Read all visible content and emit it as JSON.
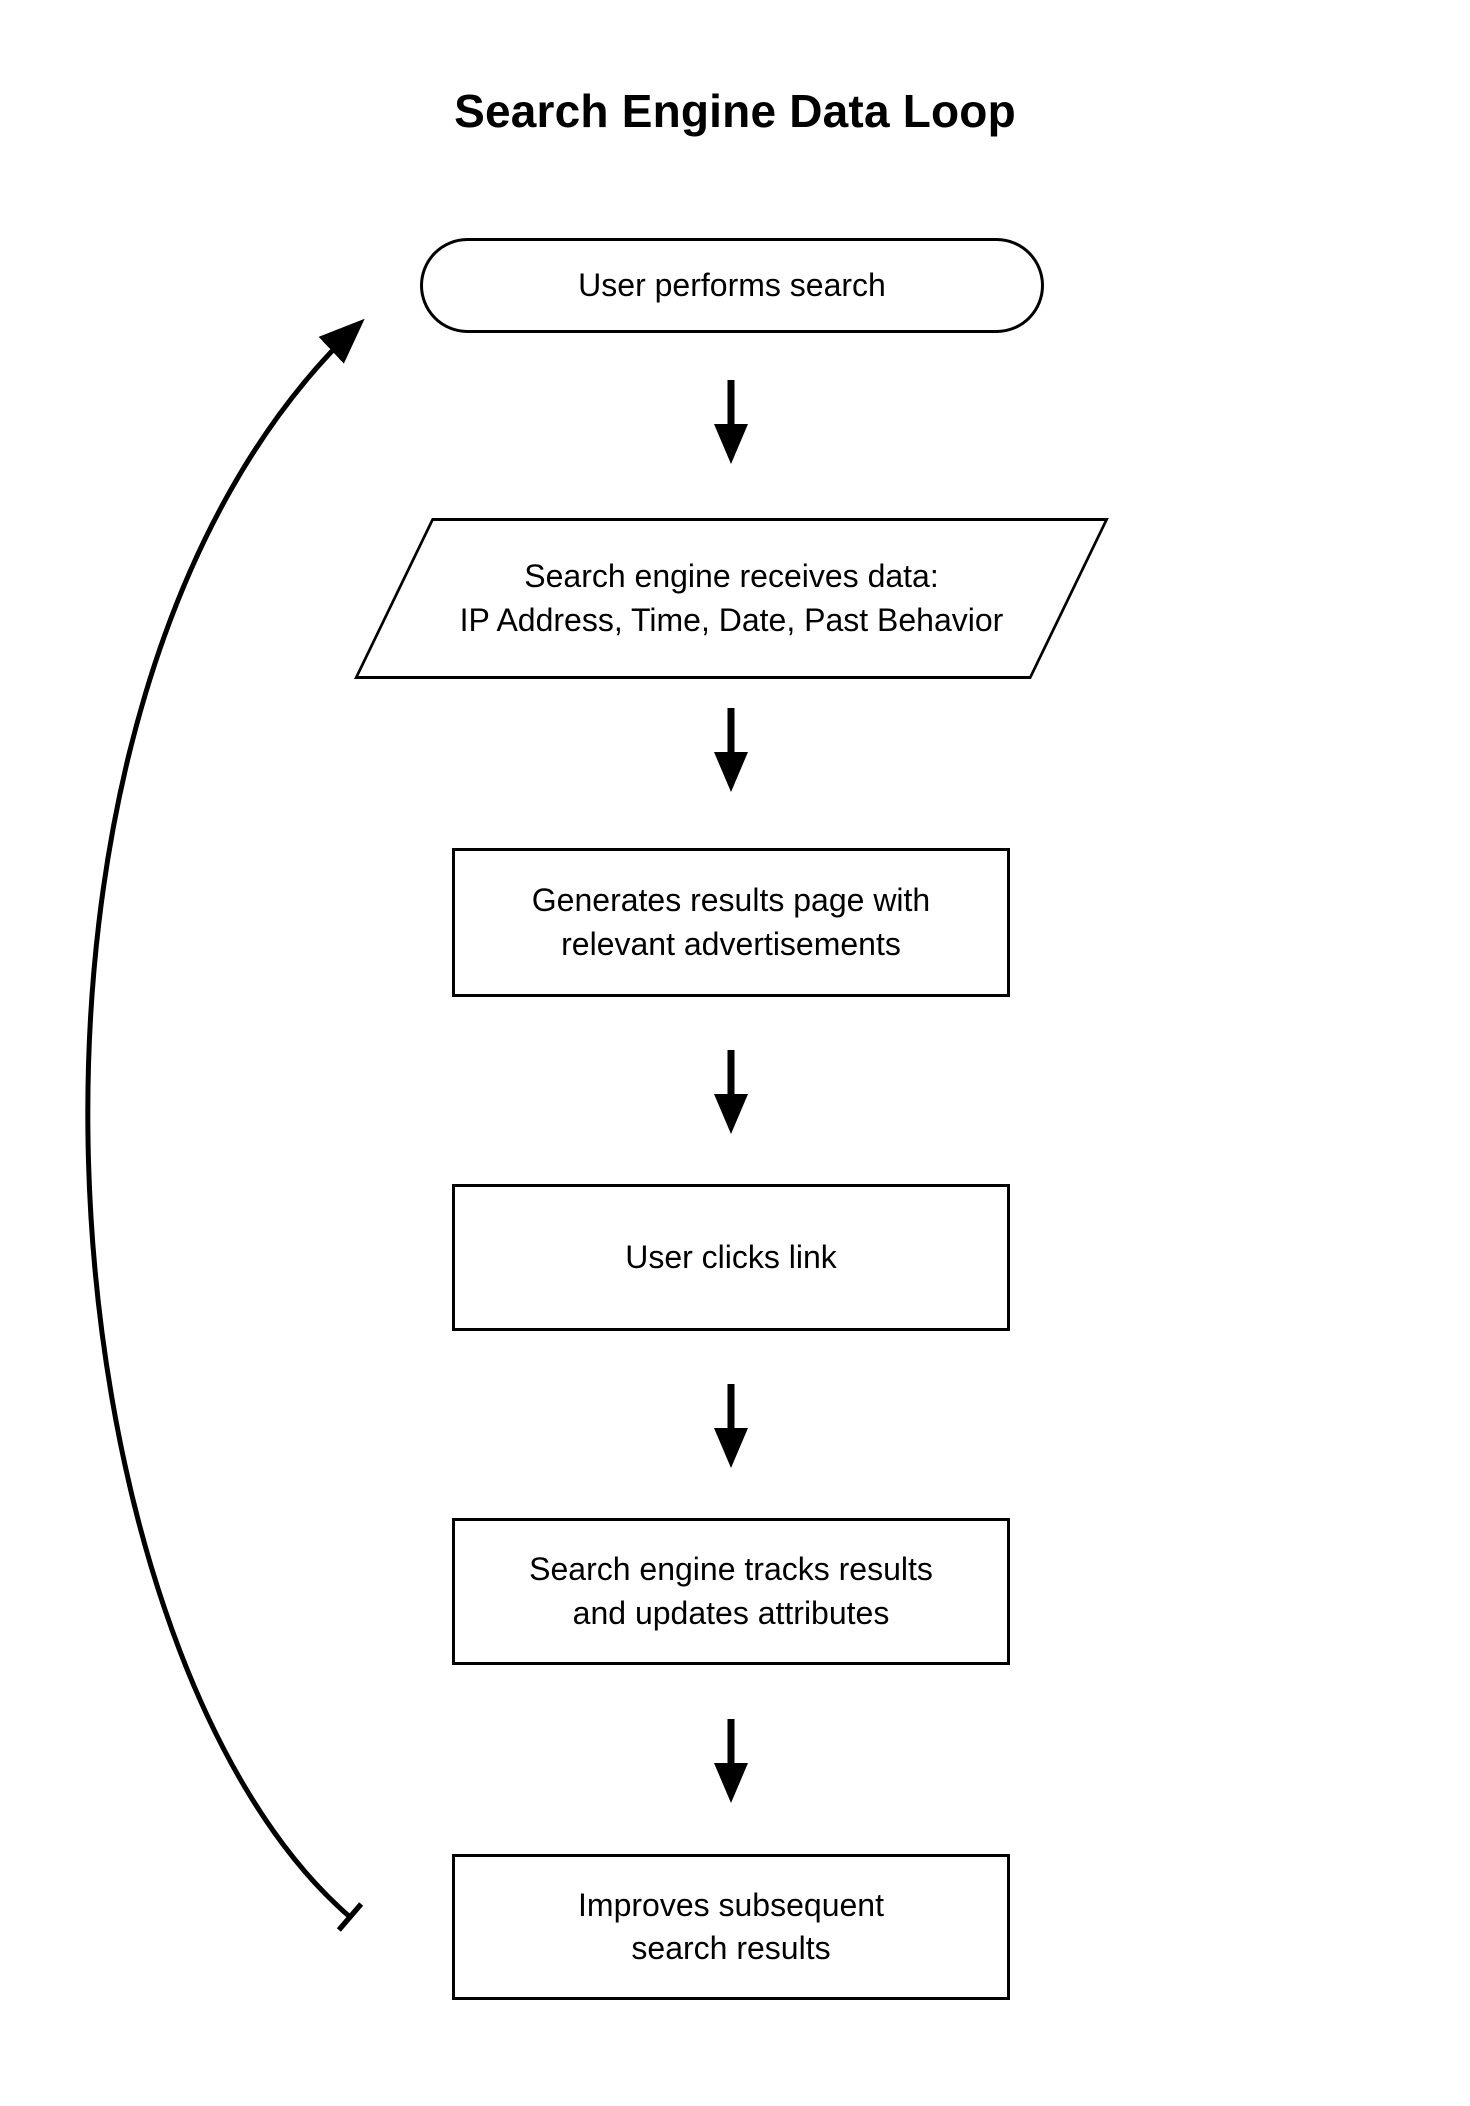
{
  "diagram": {
    "title": "Search Engine Data Loop",
    "nodes": [
      {
        "name": "user-performs-search",
        "shape": "stadium",
        "lines": [
          "User performs search"
        ]
      },
      {
        "name": "search-engine-receives-data",
        "shape": "parallelogram",
        "lines": [
          "Search engine receives data:",
          "IP Address, Time, Date, Past Behavior"
        ]
      },
      {
        "name": "generates-results-page",
        "shape": "rectangle",
        "lines": [
          "Generates results page with",
          "relevant advertisements"
        ]
      },
      {
        "name": "user-clicks-link",
        "shape": "rectangle",
        "lines": [
          "User clicks link"
        ]
      },
      {
        "name": "search-engine-tracks-results",
        "shape": "rectangle",
        "lines": [
          "Search engine tracks results",
          "and updates attributes"
        ]
      },
      {
        "name": "improves-subsequent-results",
        "shape": "rectangle",
        "lines": [
          "Improves subsequent",
          "search results"
        ]
      }
    ],
    "connectors": {
      "down_arrow_count": 5,
      "feedback_loop": "from last node back to first node"
    },
    "colors": {
      "stroke": "#000000",
      "background": "#ffffff",
      "text": "#000000"
    }
  }
}
